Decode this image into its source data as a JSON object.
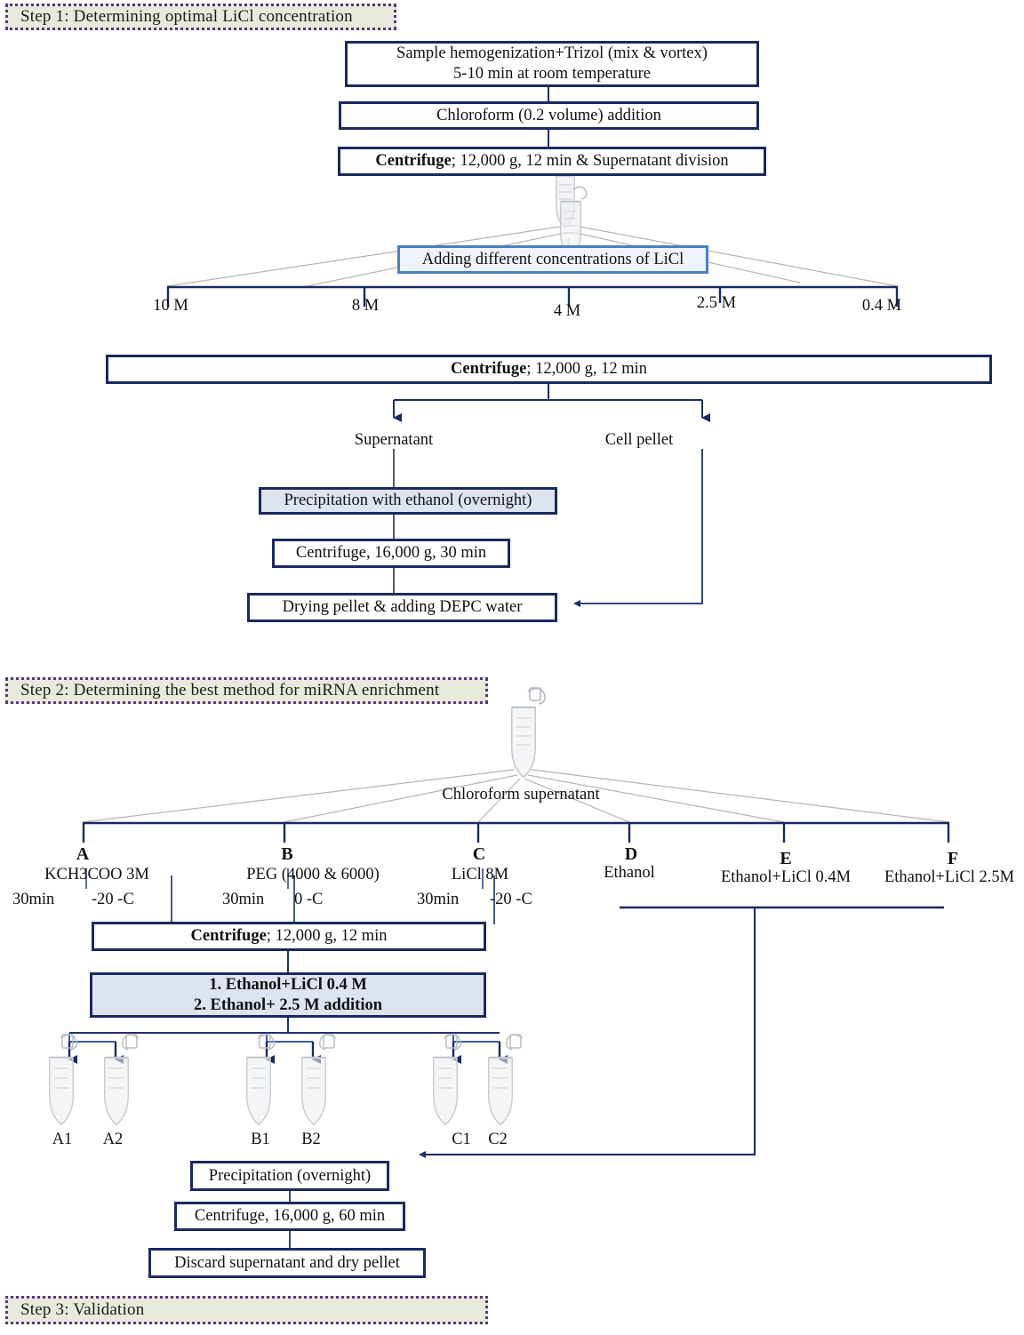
{
  "steps": {
    "step1": "Step 1: Determining optimal LiCl concentration",
    "step2": "Step 2: Determining the best method for miRNA enrichment",
    "step3": "Step 3: Validation"
  },
  "step1_flow": {
    "box_homogenize_l1": "Sample hemogenization+Trizol (mix & vortex)",
    "box_homogenize_l2": "5-10 min  at room temperature",
    "box_chloroform": "Chloroform (0.2 volume) addition",
    "box_centrifuge_div_bold": "Centrifuge",
    "box_centrifuge_div_rest": "; 12,000 g, 12 min  & Supernatant division",
    "box_adding_licl": "Adding different concentrations of LiCl",
    "concentrations": [
      "10 M",
      "8 M",
      "4 M",
      "2.5 M",
      "0.4 M"
    ],
    "box_centrifuge2_bold": "Centrifuge",
    "box_centrifuge2_rest": "; 12,000 g, 12 min",
    "branch_supernatant": "Supernatant",
    "branch_cell_pellet": "Cell pellet",
    "box_precipitation_ethanol": "Precipitation with ethanol (overnight)",
    "box_centrifuge_16000_30": "Centrifuge, 16,000 g, 30 min",
    "box_drying_pellet": "Drying pellet & adding DEPC water"
  },
  "step2_flow": {
    "chloroform_supernatant": "Chloroform supernatant",
    "branches": [
      {
        "letter": "A",
        "reagent": "KCH3COO 3M",
        "time": "30min",
        "temp": "-20 -C"
      },
      {
        "letter": "B",
        "reagent": "PEG (4000 & 6000)",
        "time": "30min",
        "temp": "0 -C"
      },
      {
        "letter": "C",
        "reagent": "LiCl 8M",
        "time": "30min",
        "temp": "-20 -C"
      },
      {
        "letter": "D",
        "reagent": "Ethanol",
        "time": "",
        "temp": ""
      },
      {
        "letter": "E",
        "reagent": "Ethanol+LiCl  0.4M",
        "time": "",
        "temp": ""
      },
      {
        "letter": "F",
        "reagent": "Ethanol+LiCl 2.5M",
        "time": "",
        "temp": ""
      }
    ],
    "box_centrifuge_bold": "Centrifuge",
    "box_centrifuge_rest": "; 12,000 g, 12 min",
    "box_ethanol_licl_l1": "1.  Ethanol+LiCl  0.4 M",
    "box_ethanol_licl_l2": "2. Ethanol+ 2.5 M addition",
    "tube_labels": [
      "A1",
      "A2",
      "B1",
      "B2",
      "C1",
      "C2"
    ],
    "box_precipitation": "Precipitation (overnight)",
    "box_centrifuge_16000_60": "Centrifuge, 16,000 g, 60 min",
    "box_discard": "Discard supernatant and dry pellet"
  },
  "colors": {
    "box_border": "#1b2a5e",
    "box_fill_highlight": "#dde3ef",
    "blue_border": "#4a7fc1",
    "banner_fill": "#e9e8dc",
    "banner_border": "#55397e",
    "wire": "#20306a",
    "fan_line": "#b9b3aa"
  }
}
